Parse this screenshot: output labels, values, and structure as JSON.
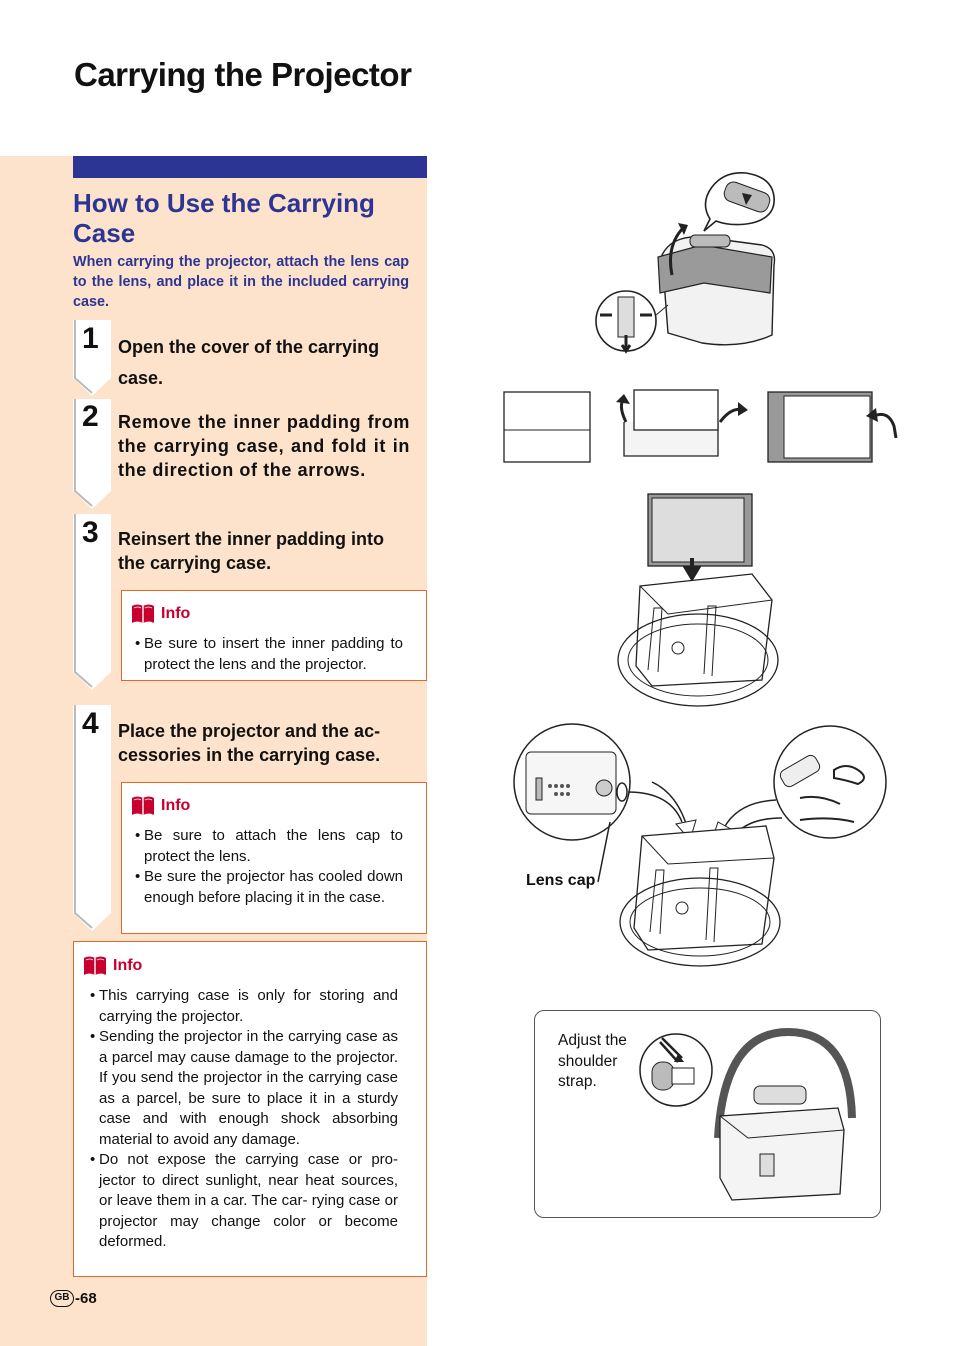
{
  "page": {
    "title": "Carrying the Projector",
    "page_number": "-68",
    "region_badge": "GB"
  },
  "section": {
    "heading": "How to Use the Carrying Case",
    "intro": "When carrying the projector, attach the lens cap to the lens, and place it in the included carrying case."
  },
  "steps": [
    {
      "number": "1",
      "text": "Open the cover of the carrying case."
    },
    {
      "number": "2",
      "text": "Remove the inner padding from the carrying case, and fold it in the direction of the arrows."
    },
    {
      "number": "3",
      "text": "Reinsert the inner padding into the carrying case."
    },
    {
      "number": "4",
      "text": "Place the projector and the ac- cessories in the carrying case."
    }
  ],
  "info_boxes": [
    {
      "label": "Info",
      "items": [
        "Be sure to insert the inner padding to protect the lens and the projector."
      ]
    },
    {
      "label": "Info",
      "items": [
        "Be sure to attach the lens cap to protect the lens.",
        "Be sure the projector has cooled down enough before placing it in the case."
      ]
    },
    {
      "label": "Info",
      "items": [
        "This carrying case is only for storing and carrying the projector.",
        "Sending the projector in the carrying case as a parcel may cause damage to the projector. If you send the projector in the carrying case as a parcel, be sure to place it in a sturdy case and with enough shock absorbing material to avoid any damage.",
        "Do not expose the carrying case or pro- jector to direct sunlight, near heat sources, or leave them in a car. The car- rying case or projector may change color or become deformed."
      ]
    }
  ],
  "figures": {
    "lens_cap_label": "Lens cap",
    "strap_caption": "Adjust the shoulder strap."
  },
  "colors": {
    "accent_blue": "#2c3594",
    "panel_bg": "#fde3cc",
    "info_border": "#e8652c",
    "info_label": "#c8002e"
  },
  "icons": [
    "book-icon",
    "step-tab-icon",
    "arrow-icon"
  ]
}
